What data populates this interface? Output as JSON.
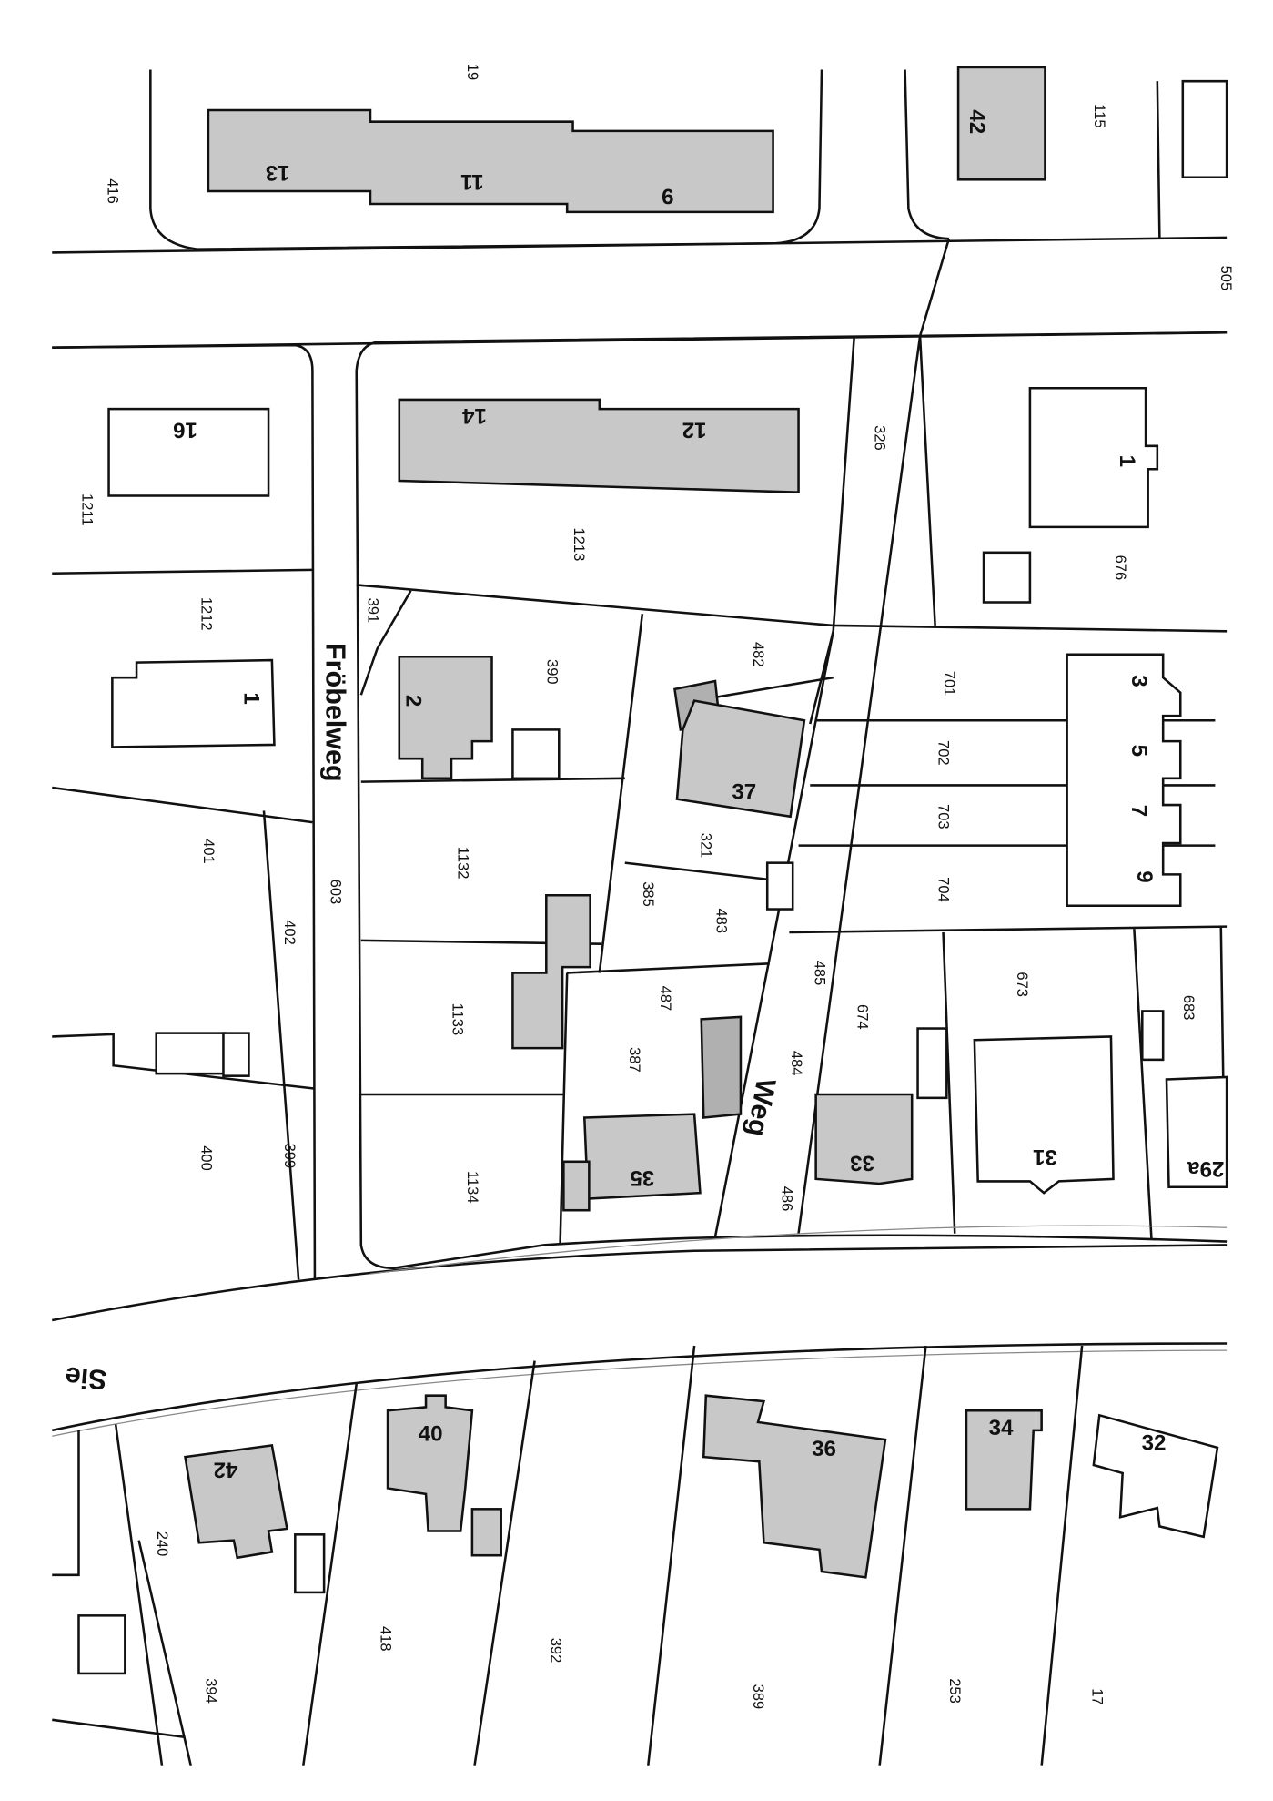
{
  "map": {
    "type": "cadastral map",
    "colors": {
      "building": "#c8c8c8",
      "line": "#111111",
      "background": "#ffffff"
    },
    "streets": {
      "froebelweg": "Fröbelweg",
      "weg": "Weg",
      "sie": "Sie"
    },
    "parcels": {
      "p19": "19",
      "p416": "416",
      "p115": "115",
      "p505": "505",
      "p1211": "1211",
      "p1212": "1212",
      "p1213": "1213",
      "p326": "326",
      "p676": "676",
      "p391": "391",
      "p390": "390",
      "p482": "482",
      "p701": "701",
      "p702": "702",
      "p703": "703",
      "p704": "704",
      "p401": "401",
      "p402": "402",
      "p603": "603",
      "p1132": "1132",
      "p385": "385",
      "p321": "321",
      "p483": "483",
      "p485": "485",
      "p487": "487",
      "p674": "674",
      "p673": "673",
      "p683": "683",
      "p1133": "1133",
      "p387": "387",
      "p484": "484",
      "p399": "399",
      "p400": "400",
      "p1134": "1134",
      "p486": "486",
      "p240": "240",
      "p418": "418",
      "p392": "392",
      "p389": "389",
      "p253": "253",
      "p394": "394",
      "p17": "17"
    },
    "houses": {
      "h13": "13",
      "h11": "11",
      "h9a": "9",
      "h42a": "42",
      "h16": "16",
      "h14": "14",
      "h12": "12",
      "h1a": "1",
      "h1b": "1",
      "h2": "2",
      "h37": "37",
      "h3": "3",
      "h5": "5",
      "h7": "7",
      "h9b": "9",
      "h35": "35",
      "h33": "33",
      "h31": "31",
      "h29a": "29a",
      "h42b": "42",
      "h40": "40",
      "h36": "36",
      "h34": "34",
      "h32": "32"
    }
  }
}
